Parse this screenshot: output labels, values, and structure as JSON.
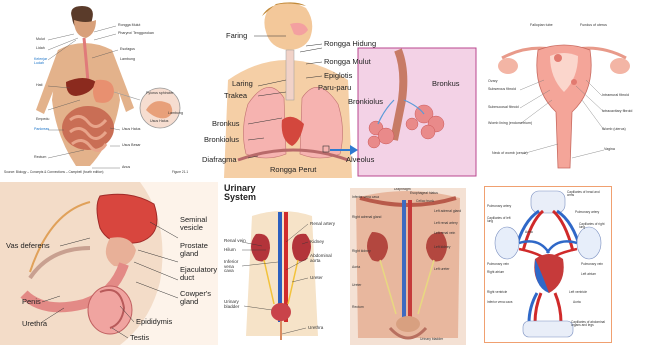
{
  "tiles": {
    "digestive": {
      "labels": {
        "mulut": "Mulut",
        "lidah": "Lidah",
        "kelenjar": "Kelenjar",
        "ludah": "Ludah",
        "rongga": "Rongga Mulut",
        "pharynx": "Pharynx/ Tenggorokan",
        "esofagus": "Esofagus",
        "lambung": "Lambung",
        "hati": "Hati",
        "pylorus": "Pylorus sphincter",
        "empedu": "Empedu",
        "pankreas": "Pankreas",
        "usus_halus": "Usus Halus",
        "usus_besar": "Usus Besar",
        "rectum": "Rectum",
        "anus": "Anus",
        "zoom1": "Usus Halus",
        "zoom2": "Lambung"
      },
      "source": "Source: Biology – Concepts & Connections – Campbell (fourth edition)",
      "figure": "Figure 21.1"
    },
    "respiratory": {
      "labels": {
        "rongga_hidung": "Rongga Hidung",
        "rongga_mulut": "Rongga Mulut",
        "faring": "Faring",
        "epiglotis": "Epiglotis",
        "laring": "Laring",
        "trakea": "Trakea",
        "paru": "Paru-paru",
        "bronkus": "Bronkus",
        "bronkiolus": "Bronkiolus",
        "diafragma": "Diafragma",
        "rongga_perut": "Rongga Perut",
        "bronkus_inset": "Bronkus",
        "bronkiolus_inset": "Bronkiolus",
        "alveolus": "Alveolus"
      }
    },
    "reproductive_female": {
      "labels": {
        "fallopian": "Fallopian tube",
        "fundus": "Fundus of uterus",
        "ovary": "Ovary",
        "subserous": "Subserous fibroid",
        "intramural": "Intramural fibroid",
        "submucosal": "Submucosal fibroid",
        "intracavitary": "Intracavitary fibroid",
        "womb_lining": "Womb lining (endometrium)",
        "womb": "Womb (uterus)",
        "neck": "Neck of womb (cervix)",
        "vagina": "Vagina"
      }
    },
    "reproductive_male": {
      "labels": {
        "vas_deferens": "Vas deferens",
        "seminal": "Seminal vesicle",
        "prostate": "Prostate gland",
        "ejaculatory": "Ejaculatory duct",
        "penis": "Penis",
        "cowper": "Cowper's gland",
        "urethra": "Urethra",
        "epididymis": "Epididymis",
        "testis": "Testis"
      }
    },
    "urinary": {
      "title": "Urinary System",
      "labels": {
        "renal_artery": "Renal artery",
        "renal_vein": "Renal vein",
        "hilum": "Hilum",
        "kidney": "Kidney",
        "inferior_vena_cava": "Inferior vena cava",
        "abdominal_aorta": "Abdominal aorta",
        "ureter": "Ureter",
        "urinary_bladder": "Urinary bladder",
        "urethra": "Urethra"
      }
    },
    "abdominal": {
      "labels": {
        "diaphragm": "Diaphragm",
        "esophageal": "Esophageal hiatus",
        "inferior_vena_cava": "Inferior vena cava",
        "celiac": "Celiac trunk",
        "left_adrenal": "Left adrenal gland",
        "right_adrenal": "Right adrenal gland",
        "left_renal_artery": "Left renal artery",
        "left_renal_vein": "Left renal vein",
        "left_kidney": "Left kidney",
        "right_kidney": "Right kidney",
        "aorta": "Aorta",
        "left_ureter": "Left ureter",
        "ureter": "Ureter",
        "rectum": "Rectum",
        "urinary_bladder": "Urinary bladder"
      }
    },
    "circulatory": {
      "labels": {
        "capillaries_head": "Capillaries of head and arms",
        "pulm_artery_l": "Pulmonary artery",
        "pulm_artery_r": "Pulmonary artery",
        "cap_left_lung": "Capillaries of left lung",
        "cap_right_lung": "Capillaries of right lung",
        "aorta": "Aorta",
        "pulm_vein_l": "Pulmonary vein",
        "pulm_vein_r": "Pulmonary vein",
        "left_atrium": "Left atrium",
        "right_atrium": "Right atrium",
        "left_ventricle": "Left ventricle",
        "right_ventricle": "Right ventricle",
        "inferior_vena_cava": "Inferior vena cava",
        "aorta_lower": "Aorta",
        "cap_abdominal": "Capillaries of abdominal organs and legs"
      }
    }
  }
}
